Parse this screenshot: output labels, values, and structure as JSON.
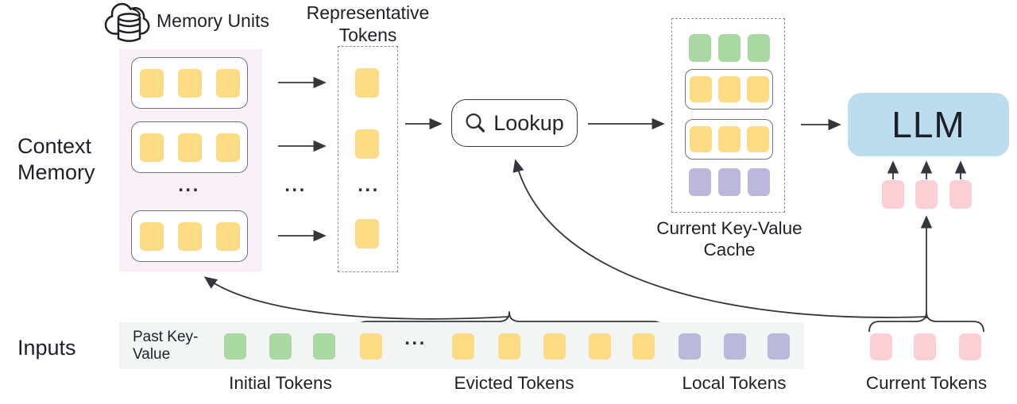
{
  "diagram": {
    "context_memory_label": "Context Memory",
    "memory_units_label": "Memory Units",
    "representative_tokens_label": "Representative Tokens",
    "lookup_label": "Lookup",
    "current_kv_cache_label": "Current Key-Value Cache",
    "llm_label": "LLM",
    "inputs_label": "Inputs",
    "past_key_value_label": "Past Key-Value",
    "initial_tokens_label": "Initial Tokens",
    "evicted_tokens_label": "Evicted Tokens",
    "local_tokens_label": "Local Tokens",
    "current_tokens_label": "Current Tokens",
    "ellipsis": "..."
  },
  "structure": {
    "memory_unit_rows_shown": 3,
    "tokens_per_memory_unit": 3,
    "representative_tokens_shown": 3,
    "cache_rows": [
      "initial-tokens",
      "retrieved-unit",
      "retrieved-unit",
      "local-tokens"
    ],
    "input_groups": [
      {
        "label": "Initial Tokens",
        "count": 3,
        "color_key": "green_token"
      },
      {
        "label": "Evicted Tokens",
        "count": 6,
        "color_key": "yellow_token"
      },
      {
        "label": "Local Tokens",
        "count": 3,
        "color_key": "purple_token"
      },
      {
        "label": "Current Tokens",
        "count": 3,
        "color_key": "pink_token"
      }
    ]
  },
  "colors": {
    "yellow_token": "#FBDB84",
    "green_token": "#A9D8A2",
    "purple_token": "#BCB8DC",
    "pink_token": "#FBCFD3",
    "llm_fill": "#BCDDEE",
    "memory_bg": "#FAF0F7",
    "inputs_bg": "#F3F5F5",
    "line": "#33373D"
  }
}
